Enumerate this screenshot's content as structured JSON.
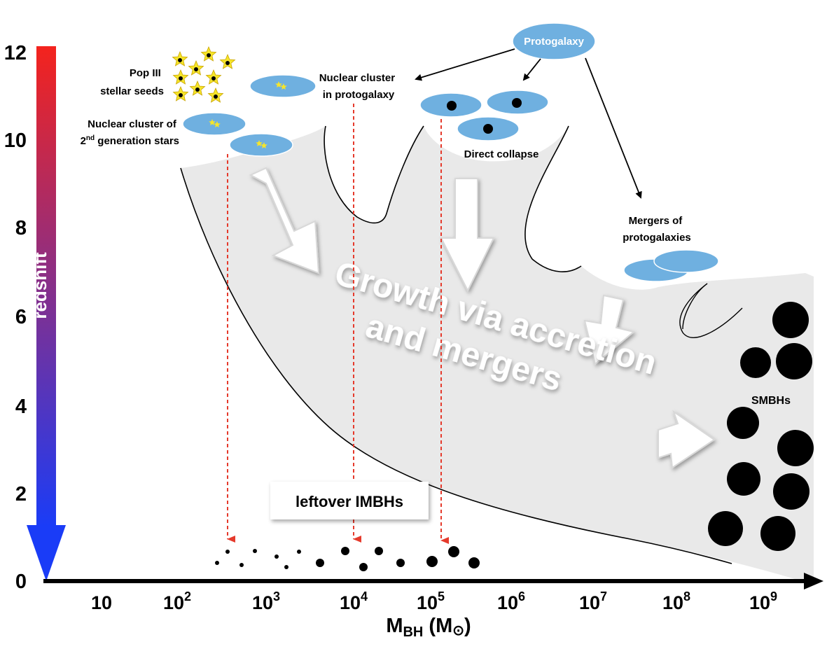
{
  "y_axis": {
    "label": "redshift",
    "ticks": [
      "12",
      "10",
      "8",
      "6",
      "4",
      "2",
      "0"
    ],
    "gradient": {
      "top": "#f4231d",
      "bottom": "#1a3cf7"
    }
  },
  "x_axis": {
    "label_main": "M",
    "label_sub": "BH",
    "label_rest": " (M",
    "label_sun": "⊙",
    "label_close": ")",
    "ticks": [
      {
        "base": "10",
        "exp": ""
      },
      {
        "base": "10",
        "exp": "2"
      },
      {
        "base": "10",
        "exp": "3"
      },
      {
        "base": "10",
        "exp": "4"
      },
      {
        "base": "10",
        "exp": "5"
      },
      {
        "base": "10",
        "exp": "6"
      },
      {
        "base": "10",
        "exp": "7"
      },
      {
        "base": "10",
        "exp": "8"
      },
      {
        "base": "10",
        "exp": "9"
      }
    ]
  },
  "labels": {
    "pop3_line1": "Pop III",
    "pop3_line2": "stellar seeds",
    "nc2_line1": "Nuclear cluster of",
    "nc2_line2_pre": "2",
    "nc2_line2_sup": "nd",
    "nc2_line2_post": " generation stars",
    "ncp_line1": "Nuclear cluster",
    "ncp_line2": "in protogalaxy",
    "protogalaxy": "Protogalaxy",
    "direct_collapse": "Direct collapse",
    "mergers_line1": "Mergers of",
    "mergers_line2": "protogalaxies",
    "growth_line1": "Growth via accretion",
    "growth_line2": "and mergers",
    "smbhs": "SMBHs",
    "leftover": "leftover IMBHs"
  },
  "colors": {
    "galaxy_fill": "#6fb0e0",
    "growth_fill": "#e9e9e9",
    "arrow_red": "#e53a2c",
    "star_fill": "#f6e52a"
  }
}
